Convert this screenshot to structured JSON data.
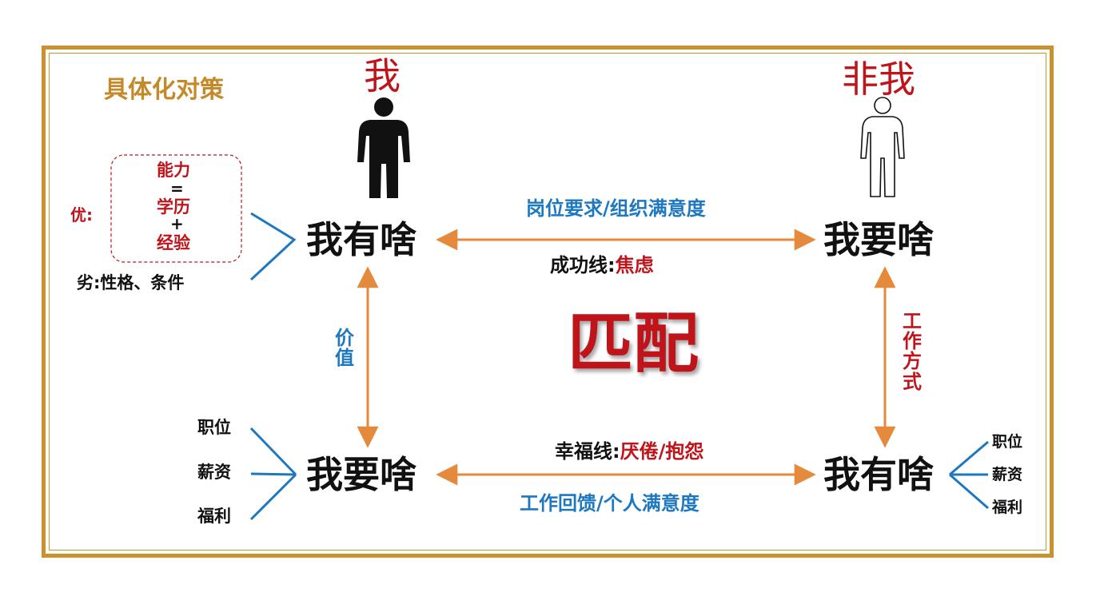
{
  "title": "具体化对策",
  "self": {
    "label": "我",
    "have": "我有啥",
    "want": "我要啥"
  },
  "other": {
    "label": "非我",
    "want": "我要啥",
    "have": "我有啥"
  },
  "center": "匹配",
  "strengths": {
    "prefix": "优:",
    "ability": "能力",
    "equals": "=",
    "education": "学历",
    "plus": "+",
    "experience": "经验"
  },
  "weakness": "劣:性格、条件",
  "top_link": {
    "label": "岗位要求/组织满意度",
    "line_prefix": "成功线:",
    "line_emotion": "焦虑"
  },
  "bottom_link": {
    "line_prefix": "幸福线:",
    "line_emotion": "厌倦/抱怨",
    "label": "工作回馈/个人满意度"
  },
  "left_link": "价值",
  "right_link": "工作方式",
  "left_needs": [
    "职位",
    "薪资",
    "福利"
  ],
  "right_offers": [
    "职位",
    "薪资",
    "福利"
  ],
  "colors": {
    "frame": "#c9922e",
    "arrow": "#e58a3c",
    "red": "#c0141b",
    "blue": "#1e78c0",
    "gold": "#c48a2a"
  }
}
